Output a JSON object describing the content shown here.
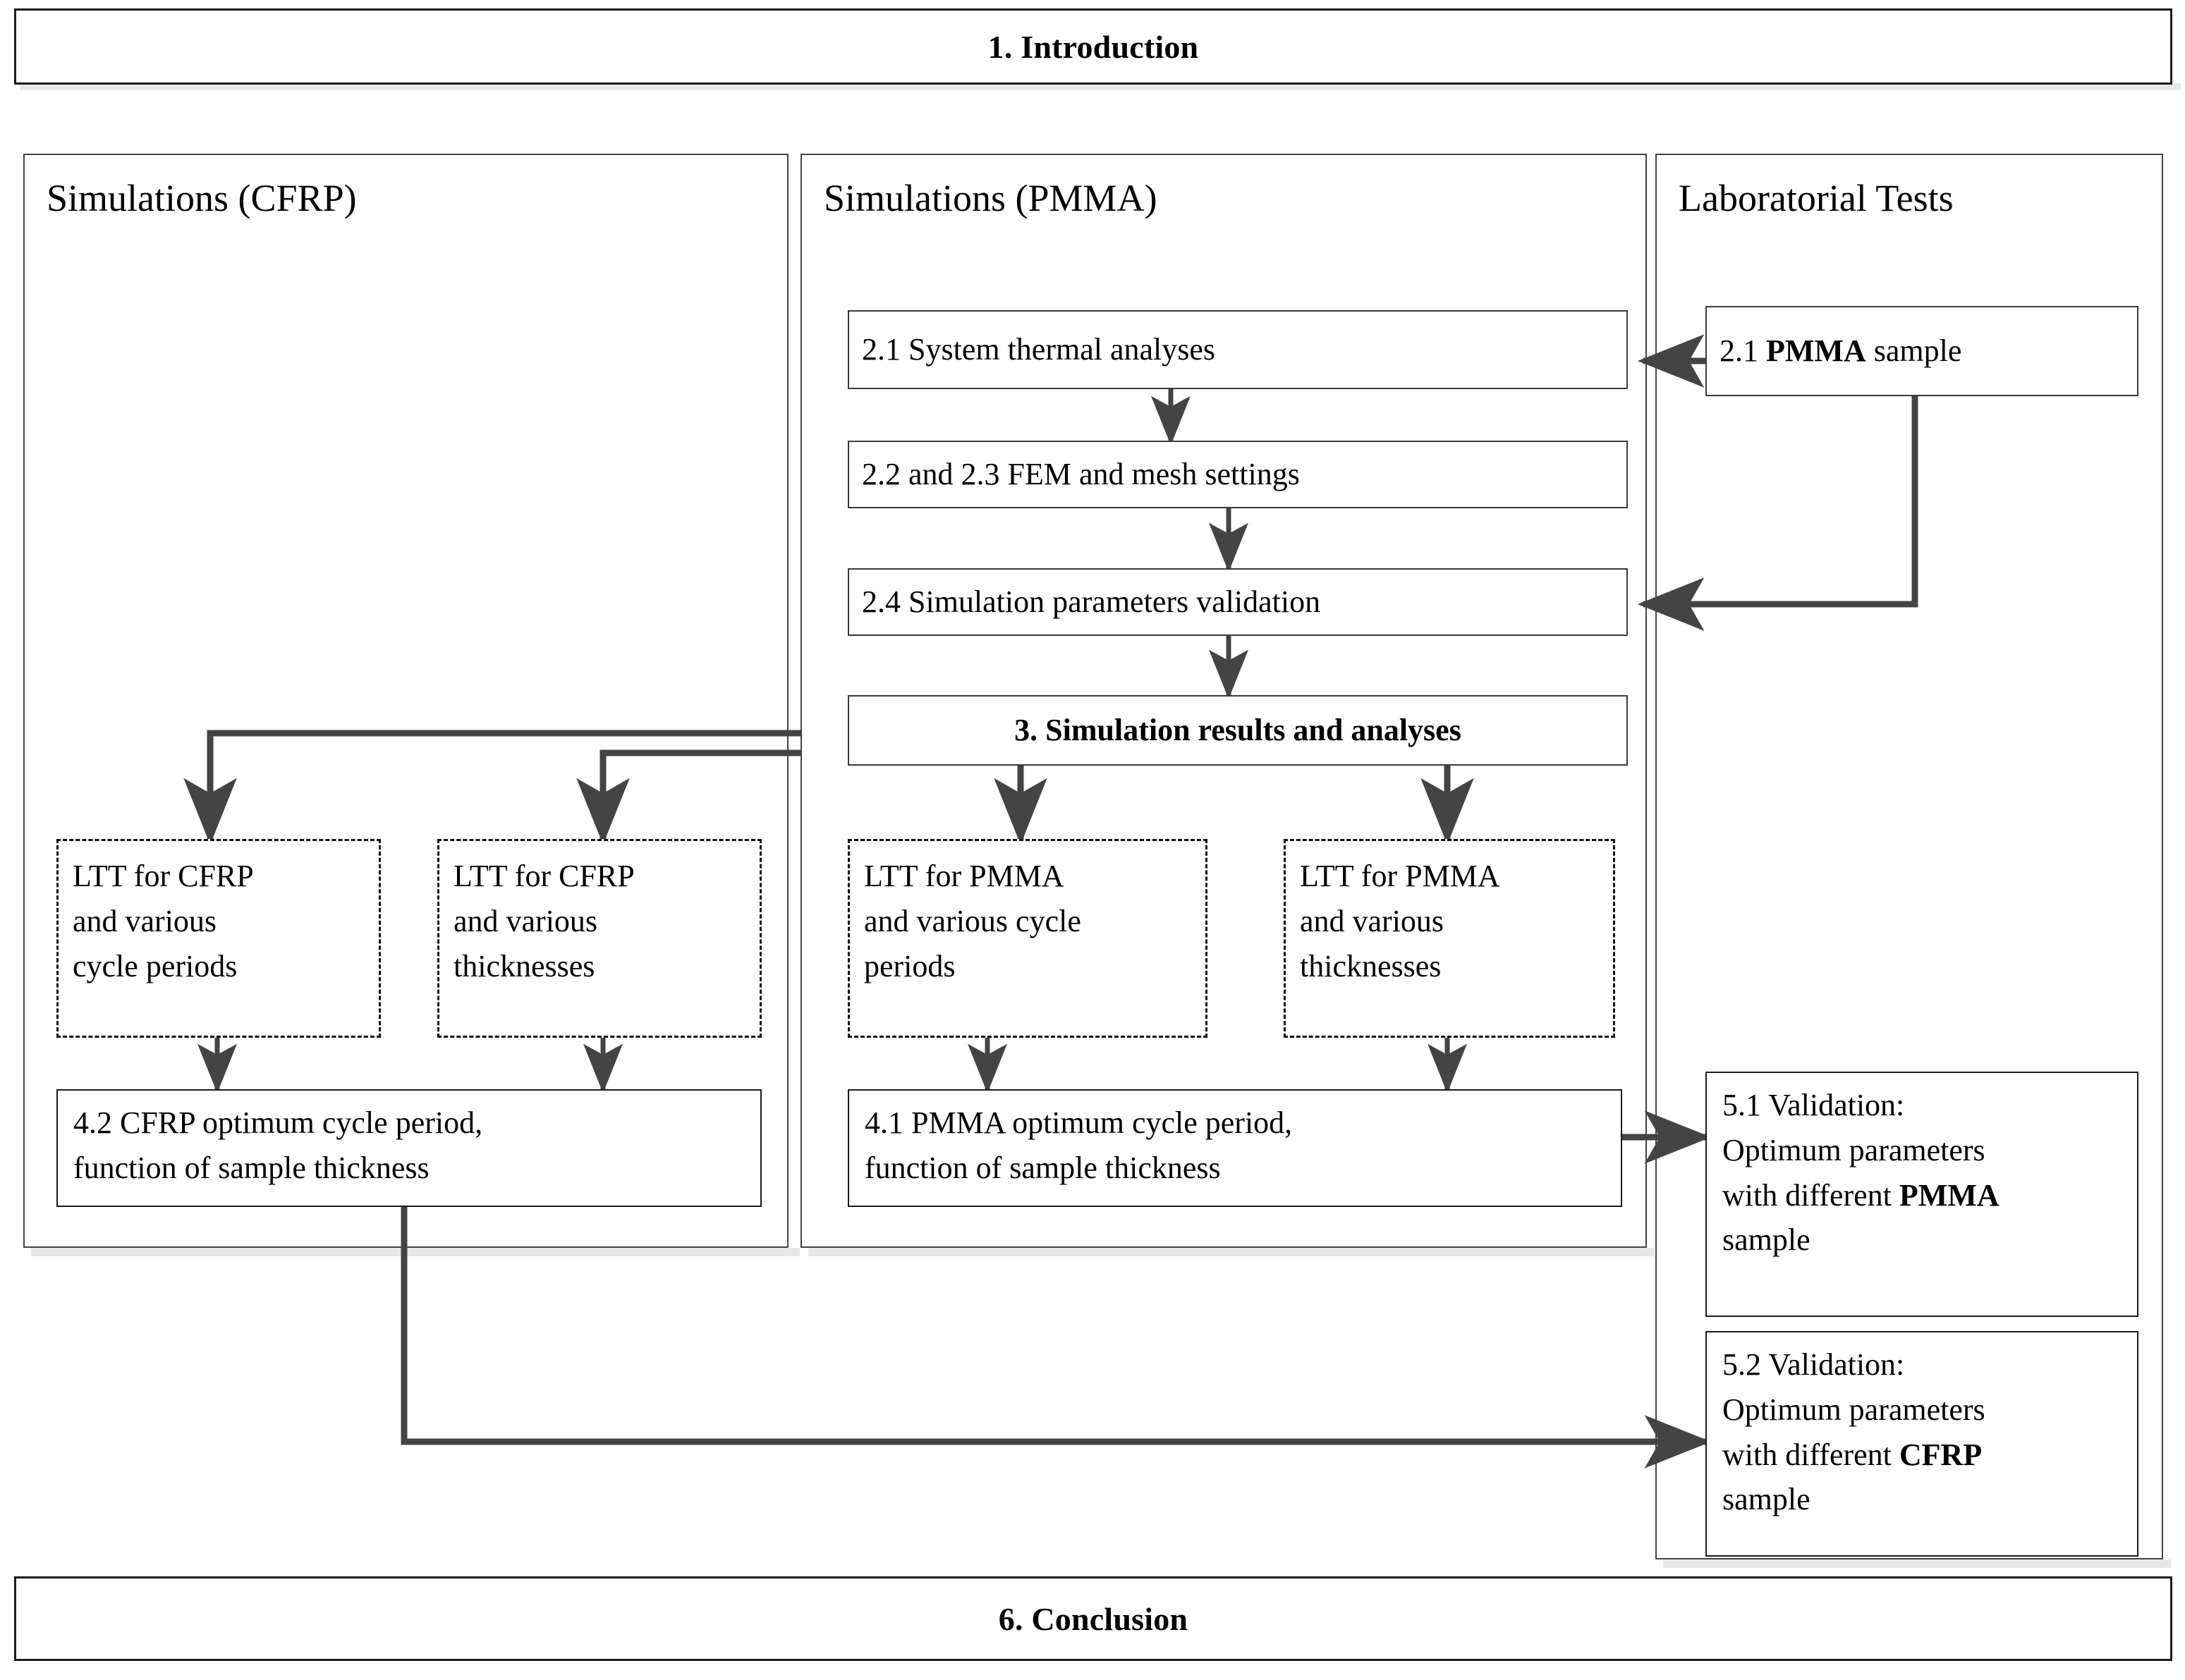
{
  "figure": {
    "type": "flowchart",
    "title": "Paper structure flowchart",
    "colors": {
      "stroke": "#3a3a3a",
      "panel_border": "#444444",
      "banner_border": "#1b1b1b",
      "dashed_border": "#101010",
      "arrow": "#444444",
      "background": "#ffffff",
      "shadow": "#e8e8e8"
    }
  },
  "top_banner": {
    "label": "1. Introduction"
  },
  "bottom_banner": {
    "label": "6. Conclusion"
  },
  "panels": [
    {
      "id": "sim-cfrp",
      "title": "Simulations (CFRP)"
    },
    {
      "id": "sim-pmma",
      "title": "Simulations (PMMA)"
    },
    {
      "id": "lab-tests",
      "title": "Laboratorial Tests"
    }
  ],
  "nodes": {
    "n21_thermal": {
      "label": "2.1 System thermal analyses"
    },
    "n22_fem": {
      "label": "2.2 and 2.3 FEM and mesh settings"
    },
    "n24_valid": {
      "label": "2.4 Simulation parameters validation"
    },
    "n3_results": {
      "label": "3. Simulation results and analyses"
    },
    "n21_sample": {
      "prefix": "2.1 ",
      "bold": "PMMA",
      "suffix": " sample"
    },
    "ltt_cfrp_cycle": {
      "line1": "LTT for CFRP",
      "line2": "and various",
      "line3": "cycle periods"
    },
    "ltt_cfrp_thick": {
      "line1": "LTT for CFRP",
      "line2": "and various",
      "line3": "thicknesses"
    },
    "ltt_pmma_cycle": {
      "line1": "LTT for PMMA",
      "line2": "and various cycle",
      "line3": "periods"
    },
    "ltt_pmma_thick": {
      "line1": "LTT for PMMA",
      "line2": "and various",
      "line3": "thicknesses"
    },
    "n42_cfrp_opt": {
      "line1": "4.2 CFRP optimum cycle period,",
      "line2": "function of sample thickness"
    },
    "n41_pmma_opt": {
      "line1": "4.1 PMMA optimum cycle period,",
      "line2": "function of sample thickness"
    },
    "n51_valid": {
      "line1": "5.1 Validation:",
      "line2": "Optimum parameters",
      "line3_prefix": "with different ",
      "line3_bold": "PMMA",
      "line4": "sample"
    },
    "n52_valid": {
      "line1": "5.2 Validation:",
      "line2": "Optimum parameters",
      "line3_prefix": "with different ",
      "line3_bold": "CFRP",
      "line4": "sample"
    }
  },
  "connections": [
    {
      "from": "n21_thermal",
      "to": "n22_fem",
      "style": "vertical-arrow"
    },
    {
      "from": "n22_fem",
      "to": "n24_valid",
      "style": "vertical-arrow"
    },
    {
      "from": "n24_valid",
      "to": "n3_results",
      "style": "vertical-arrow"
    },
    {
      "from": "n21_sample",
      "to": "n21_thermal",
      "style": "left-arrow"
    },
    {
      "from": "n21_sample",
      "to": "n24_valid",
      "style": "down-then-left-arrow"
    },
    {
      "from": "n3_results",
      "to": "ltt_cfrp_cycle",
      "style": "left-then-down-arrow"
    },
    {
      "from": "n3_results",
      "to": "ltt_cfrp_thick",
      "style": "left-then-down-arrow"
    },
    {
      "from": "n3_results",
      "to": "ltt_pmma_cycle",
      "style": "vertical-arrow"
    },
    {
      "from": "n3_results",
      "to": "ltt_pmma_thick",
      "style": "vertical-arrow"
    },
    {
      "from": "ltt_cfrp_cycle",
      "to": "n42_cfrp_opt",
      "style": "vertical-arrow"
    },
    {
      "from": "ltt_cfrp_thick",
      "to": "n42_cfrp_opt",
      "style": "vertical-arrow"
    },
    {
      "from": "ltt_pmma_cycle",
      "to": "n41_pmma_opt",
      "style": "vertical-arrow"
    },
    {
      "from": "ltt_pmma_thick",
      "to": "n41_pmma_opt",
      "style": "vertical-arrow"
    },
    {
      "from": "n41_pmma_opt",
      "to": "n51_valid",
      "style": "right-arrow"
    },
    {
      "from": "n42_cfrp_opt",
      "to": "n52_valid",
      "style": "down-then-right-arrow"
    }
  ]
}
